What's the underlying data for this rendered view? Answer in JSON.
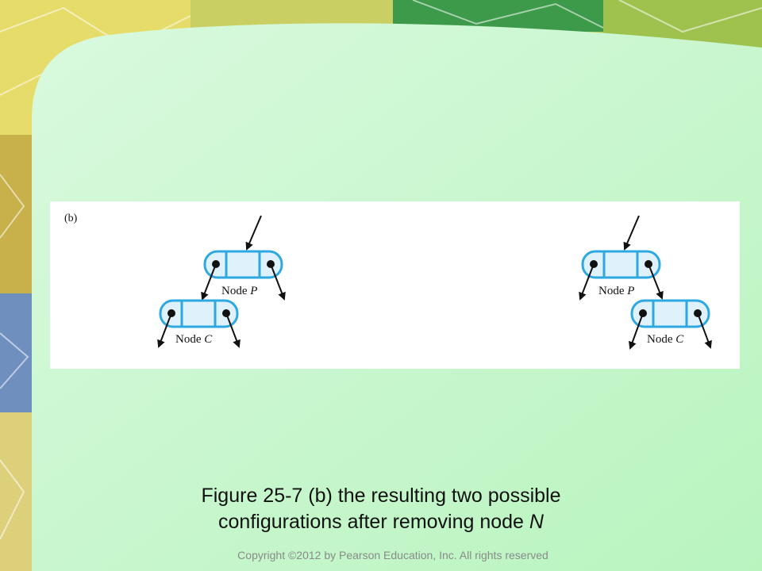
{
  "figure": {
    "panel_label": "(b)",
    "left_config": {
      "parent": {
        "label": "Node ",
        "name": "P"
      },
      "child": {
        "label": "Node ",
        "name": "C"
      }
    },
    "right_config": {
      "parent": {
        "label": "Node ",
        "name": "P"
      },
      "child": {
        "label": "Node ",
        "name": "C"
      }
    },
    "colors": {
      "node_fill": "#dff1fb",
      "node_stroke": "#2ea8e0",
      "arrow": "#111111"
    }
  },
  "caption": {
    "line1": "Figure 25-7 (b) the resulting two possible",
    "line2_prefix": "configurations after removing node ",
    "line2_name": "N"
  },
  "footer": {
    "copyright": "Copyright ©2012 by Pearson Education, Inc. All rights reserved"
  },
  "theme": {
    "panel_color": "#c8f7c8",
    "mosaic_colors": [
      "#d6c24a",
      "#9cb63f",
      "#4f9a3a",
      "#6a8fb8",
      "#c07a3a",
      "#e6e08a"
    ]
  }
}
